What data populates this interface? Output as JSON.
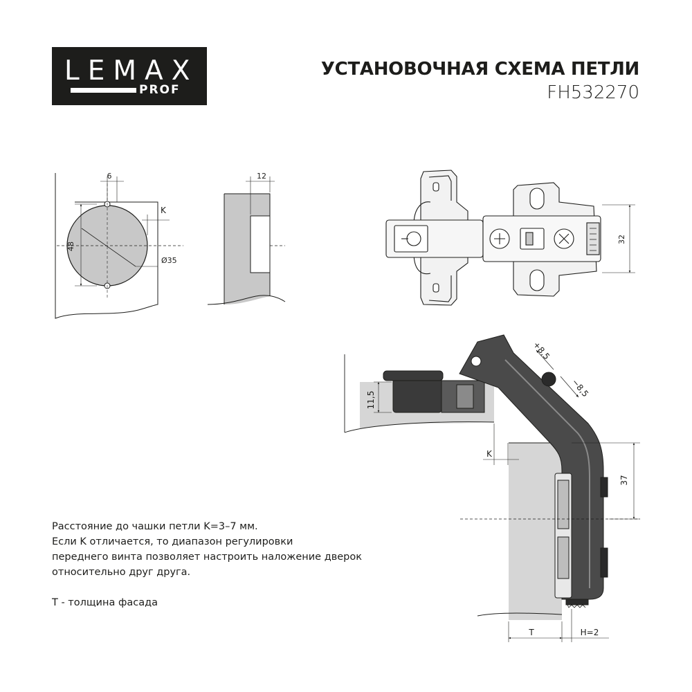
{
  "logo": {
    "word": "LEMAX",
    "sub": "PROF"
  },
  "header": {
    "title": "УСТАНОВОЧНАЯ СХЕМА ПЕТЛИ",
    "model": "FH532270"
  },
  "dimensions": {
    "cup_offset": "6",
    "k_label": "K",
    "distance_48": "48",
    "cup_diameter": "Ø35",
    "depth_12": "12",
    "plate_32": "32",
    "adjust_plus": "+8,5",
    "adjust_minus": "−8,5",
    "height_11_5": "11,5",
    "k_bottom": "K",
    "size_37": "37",
    "thickness_t": "T",
    "h_value": "H=2"
  },
  "notes": {
    "line1": "Расстояние до чашки петли K=3–7 мм.",
    "line2": "Если K отличается, то диапазон регулировки",
    "line3": "переднего винта позволяет настроить наложение дверок",
    "line4": "относительно друг друга.",
    "line5": "T - толщина фасада"
  }
}
